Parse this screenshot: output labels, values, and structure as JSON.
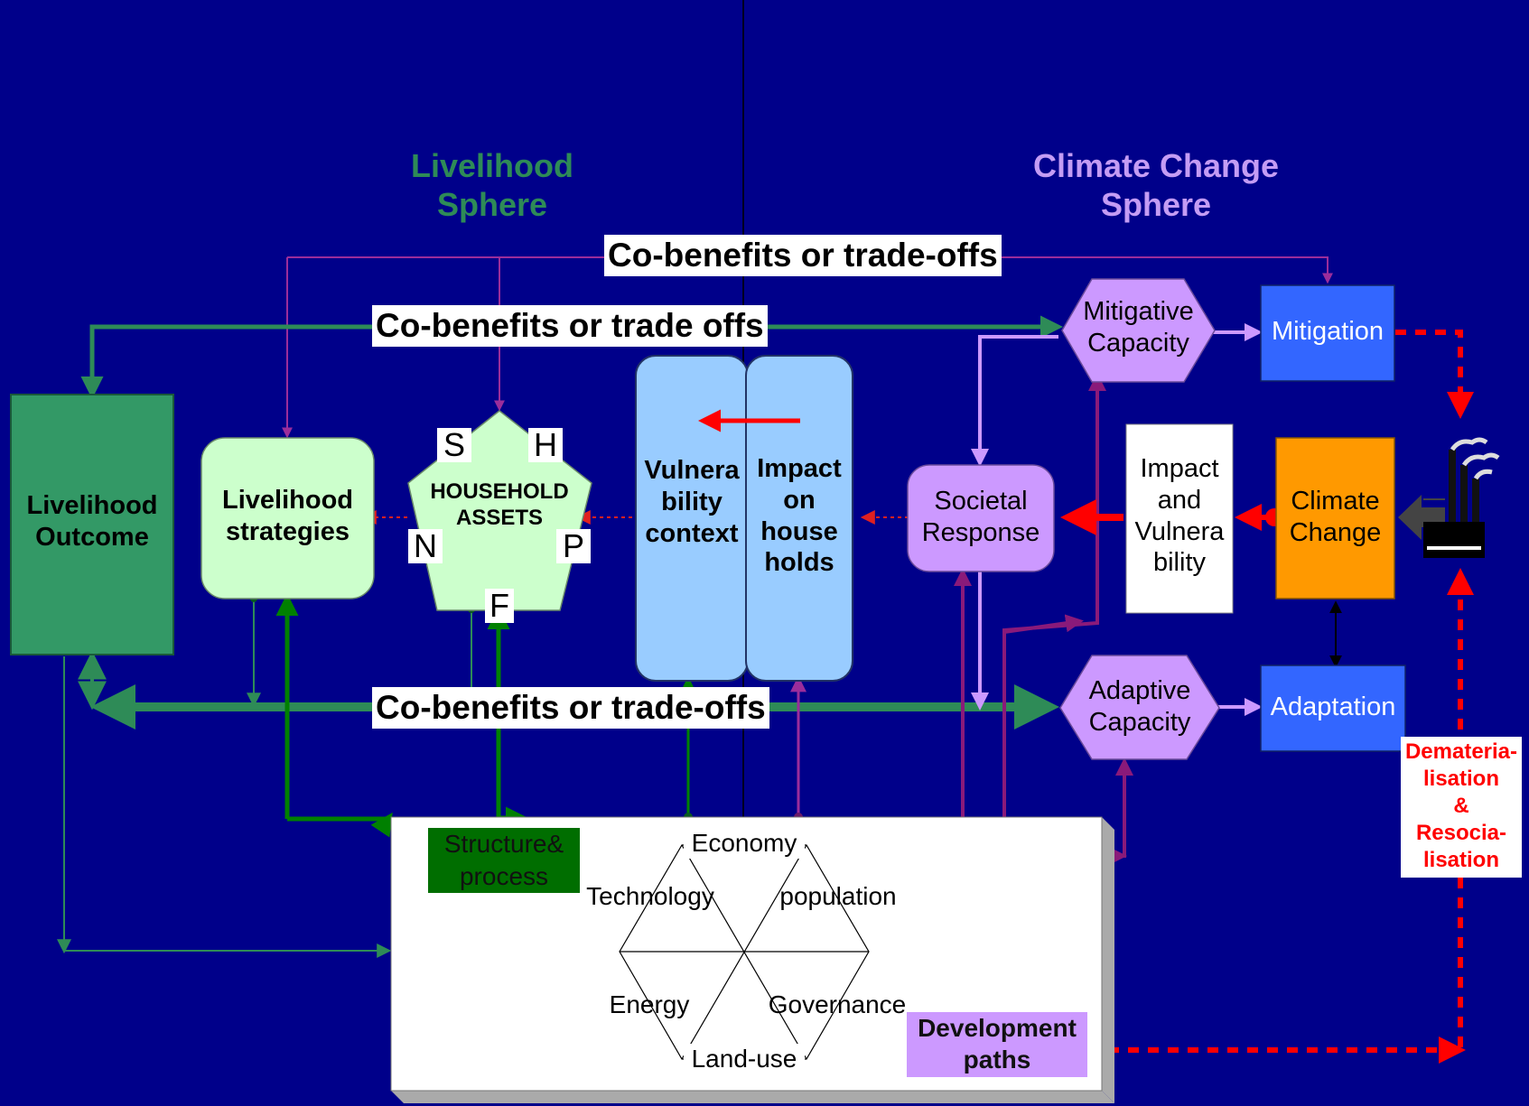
{
  "spheres": {
    "livelihood": "Livelihood\nSphere",
    "climate": "Climate Change\nSphere"
  },
  "cobenefits": {
    "top": "Co-benefits or trade-offs",
    "upper": "Co-benefits or trade offs",
    "lower": "Co-benefits or trade-offs"
  },
  "nodes": {
    "livelihood_outcome": "Livelihood\nOutcome",
    "livelihood_strategies": "Livelihood\nstrategies",
    "household_assets": "HOUSEHOLD\nASSETS",
    "vulnerability_context": "Vulnera\nbility\ncontext",
    "impact_households": "Impact\non\nhouse\nholds",
    "societal_response": "Societal\nResponse",
    "impact_vulnerability": "Impact\nand\nVulnera\nbility",
    "climate_change": "Climate\nChange",
    "mitigative_capacity": "Mitigative\nCapacity",
    "mitigation": "Mitigation",
    "adaptive_capacity": "Adaptive\nCapacity",
    "adaptation": "Adaptation",
    "structure_process": "Structure&\nprocess",
    "development_paths": "Development\npaths",
    "dematerialisation": "Demateria-\nlisation\n&\nResocia-\nlisation"
  },
  "asset_corners": [
    "S",
    "H",
    "N",
    "P",
    "F"
  ],
  "hexagon_words": [
    "Economy",
    "Technology",
    "population",
    "Energy",
    "Governance",
    "Land-use"
  ],
  "colors": {
    "background": "#00008a",
    "livelihood_green": "#2e8b57",
    "climate_purple": "#c49cf4",
    "red": "#ff0000",
    "bright_green": "#008000",
    "light_blue": "#99ccff",
    "mitigation_blue": "#3366ff",
    "orange": "#ff9900"
  }
}
